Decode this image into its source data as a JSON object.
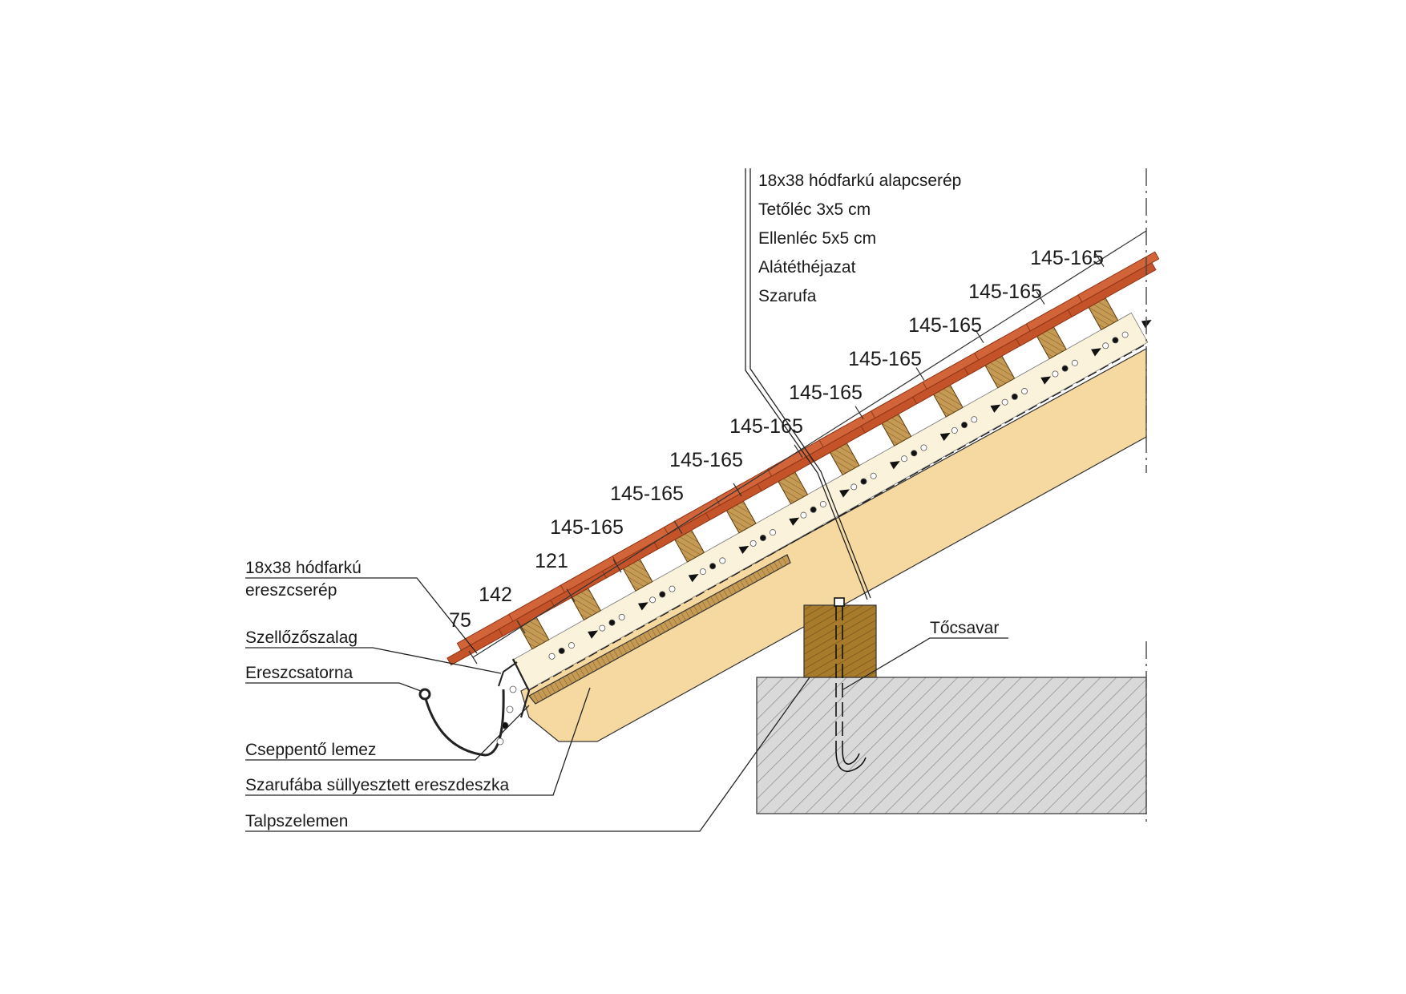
{
  "layer_stack": [
    "18x38 hódfarkú alapcserép",
    "Tetőléc 3x5 cm",
    "Ellenléc 5x5 cm",
    "Alátéthéjazat",
    "Szarufa"
  ],
  "labels": {
    "eave_tile_line1": "18x38 hódfarkú",
    "eave_tile_line2": "ereszcserép",
    "vent_strip": "Szellőzőszalag",
    "gutter": "Ereszcsatorna",
    "drip_edge": "Cseppentő lemez",
    "eave_board": "Szarufába süllyesztett ereszdeszka",
    "wall_plate": "Talpszelemen",
    "anchor_bolt": "Tőcsavar"
  },
  "dimensions": [
    "75",
    "142",
    "121",
    "145-165",
    "145-165",
    "145-165",
    "145-165",
    "145-165",
    "145-165",
    "145-165",
    "145-165",
    "145-165"
  ],
  "colors": {
    "rafter": "#f5d9a0",
    "batten": "#c9a15a",
    "tile": "#c4532a",
    "tile_dark": "#8e3516",
    "timber": "#a87b2c",
    "wall": "#d7d7d7",
    "line": "#222222"
  }
}
